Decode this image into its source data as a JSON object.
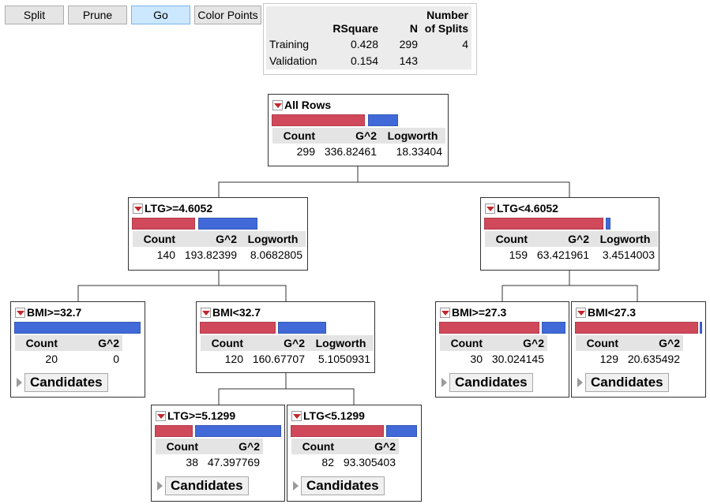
{
  "toolbar": {
    "split": "Split",
    "prune": "Prune",
    "go": "Go",
    "color_points": "Color Points"
  },
  "summary": {
    "headers": {
      "rsquare": "RSquare",
      "n": "N",
      "splits_line1": "Number",
      "splits_line2": "of Splits"
    },
    "training": {
      "label": "Training",
      "rsquare": "0.428",
      "n": "299",
      "splits": "4"
    },
    "validation": {
      "label": "Validation",
      "rsquare": "0.154",
      "n": "143"
    }
  },
  "stat_headers": {
    "count": "Count",
    "g2": "G^2",
    "logworth": "Logworth"
  },
  "candidates_label": "Candidates",
  "colors": {
    "red": "#d0495a",
    "blue": "#4169d8"
  },
  "nodes": {
    "all_rows": {
      "title": "All Rows",
      "count": "299",
      "g2": "336.82461",
      "logworth": "18.33404",
      "red_fraction": 0.72
    },
    "ltg_ge": {
      "title": "LTG>=4.6052",
      "count": "140",
      "g2": "193.82399",
      "logworth": "8.0682805",
      "red_fraction": 0.5
    },
    "ltg_lt": {
      "title": "LTG<4.6052",
      "count": "159",
      "g2": "63.421961",
      "logworth": "3.4514003",
      "red_fraction": 0.96
    },
    "bmi_ge_327": {
      "title": "BMI>=32.7",
      "count": "20",
      "g2": "0",
      "red_fraction": 0.0
    },
    "bmi_lt_327": {
      "title": "BMI<32.7",
      "count": "120",
      "g2": "160.67707",
      "logworth": "5.1050931",
      "red_fraction": 0.6
    },
    "bmi_ge_273": {
      "title": "BMI>=27.3",
      "count": "30",
      "g2": "30.024145",
      "red_fraction": 0.8
    },
    "bmi_lt_273": {
      "title": "BMI<27.3",
      "count": "129",
      "g2": "20.635492",
      "red_fraction": 0.98
    },
    "ltg_ge_51": {
      "title": "LTG>=5.1299",
      "count": "38",
      "g2": "47.397769",
      "red_fraction": 0.3
    },
    "ltg_lt_51": {
      "title": "LTG<5.1299",
      "count": "82",
      "g2": "93.305403",
      "red_fraction": 0.75
    }
  }
}
